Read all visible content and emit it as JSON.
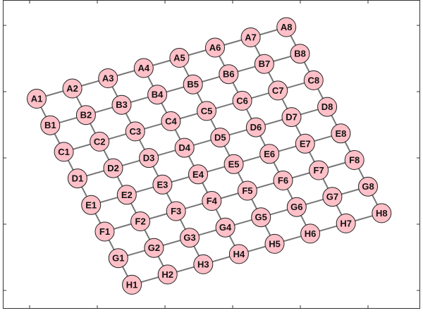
{
  "diagram": {
    "type": "grid-graph",
    "rows": [
      "A",
      "B",
      "C",
      "D",
      "E",
      "F",
      "G",
      "H"
    ],
    "columns": [
      "1",
      "2",
      "3",
      "4",
      "5",
      "6",
      "7",
      "8"
    ],
    "nodes": [
      "A1",
      "A2",
      "A3",
      "A4",
      "A5",
      "A6",
      "A7",
      "A8",
      "B1",
      "B2",
      "B3",
      "B4",
      "B5",
      "B6",
      "B7",
      "B8",
      "C1",
      "C2",
      "C3",
      "C4",
      "C5",
      "C6",
      "C7",
      "C8",
      "D1",
      "D2",
      "D3",
      "D4",
      "D5",
      "D6",
      "D7",
      "D8",
      "E1",
      "E2",
      "E3",
      "E4",
      "E5",
      "E6",
      "E7",
      "E8",
      "F1",
      "F2",
      "F3",
      "F4",
      "F5",
      "F6",
      "F7",
      "F8",
      "G1",
      "G2",
      "G3",
      "G4",
      "G5",
      "G6",
      "G7",
      "G8",
      "H1",
      "H2",
      "H3",
      "H4",
      "H5",
      "H6",
      "H7",
      "H8"
    ],
    "colors": {
      "node_fill": "#ffc0c8",
      "node_stroke": "#222222",
      "edge": "#777777",
      "frame": "#333333",
      "background": "#ffffff"
    }
  }
}
